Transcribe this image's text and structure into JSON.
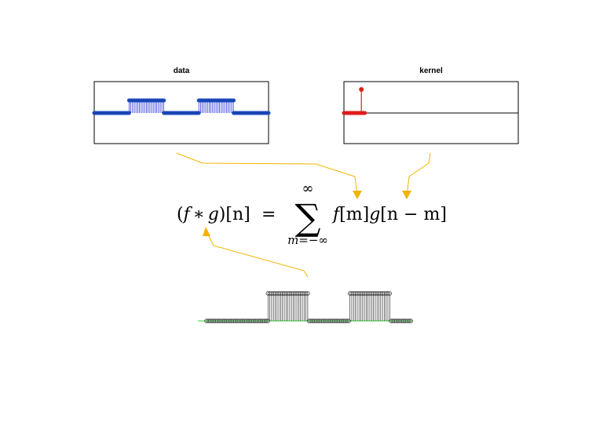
{
  "panels": {
    "data": {
      "title": "data",
      "series_color": "#1f4fbf",
      "stem_color": "#2a35d8"
    },
    "kernel": {
      "title": "kernel",
      "series_color": "#e01b1b"
    },
    "output": {
      "series_color": "#2fd02f",
      "marker_color": "#333333"
    }
  },
  "equation": {
    "lhs_open": "(",
    "f": "f",
    "star": "∗",
    "g": "g",
    "lhs_close": ")[n]",
    "equals": "=",
    "sum_symbol": "∑",
    "upper_limit": "∞",
    "lower_limit": "m=−∞",
    "rhs_f": "f",
    "rhs_m": "[m]",
    "rhs_g": "g",
    "rhs_arg": "[n − m]"
  },
  "colors": {
    "arrow": "#f0b400",
    "axes": "#000000"
  },
  "chart_data": [
    {
      "type": "stem",
      "title": "data",
      "x_range": [
        0,
        100
      ],
      "segments": [
        {
          "from": 0,
          "to": 20,
          "y": 0
        },
        {
          "from": 20,
          "to": 40,
          "y": 1
        },
        {
          "from": 40,
          "to": 60,
          "y": 0
        },
        {
          "from": 60,
          "to": 80,
          "y": 1
        },
        {
          "from": 80,
          "to": 100,
          "y": 0
        }
      ]
    },
    {
      "type": "stem",
      "title": "kernel",
      "x_range": [
        0,
        100
      ],
      "values": [
        {
          "x": 10,
          "y": 1
        }
      ],
      "zero_x_range": [
        0,
        12
      ]
    },
    {
      "type": "stem",
      "title": "",
      "x_range": [
        0,
        100
      ],
      "segments": [
        {
          "from": 0,
          "to": 30,
          "y": 0
        },
        {
          "from": 30,
          "to": 50,
          "y": 1
        },
        {
          "from": 50,
          "to": 70,
          "y": 0
        },
        {
          "from": 70,
          "to": 90,
          "y": 1
        },
        {
          "from": 90,
          "to": 100,
          "y": 0
        }
      ]
    }
  ]
}
